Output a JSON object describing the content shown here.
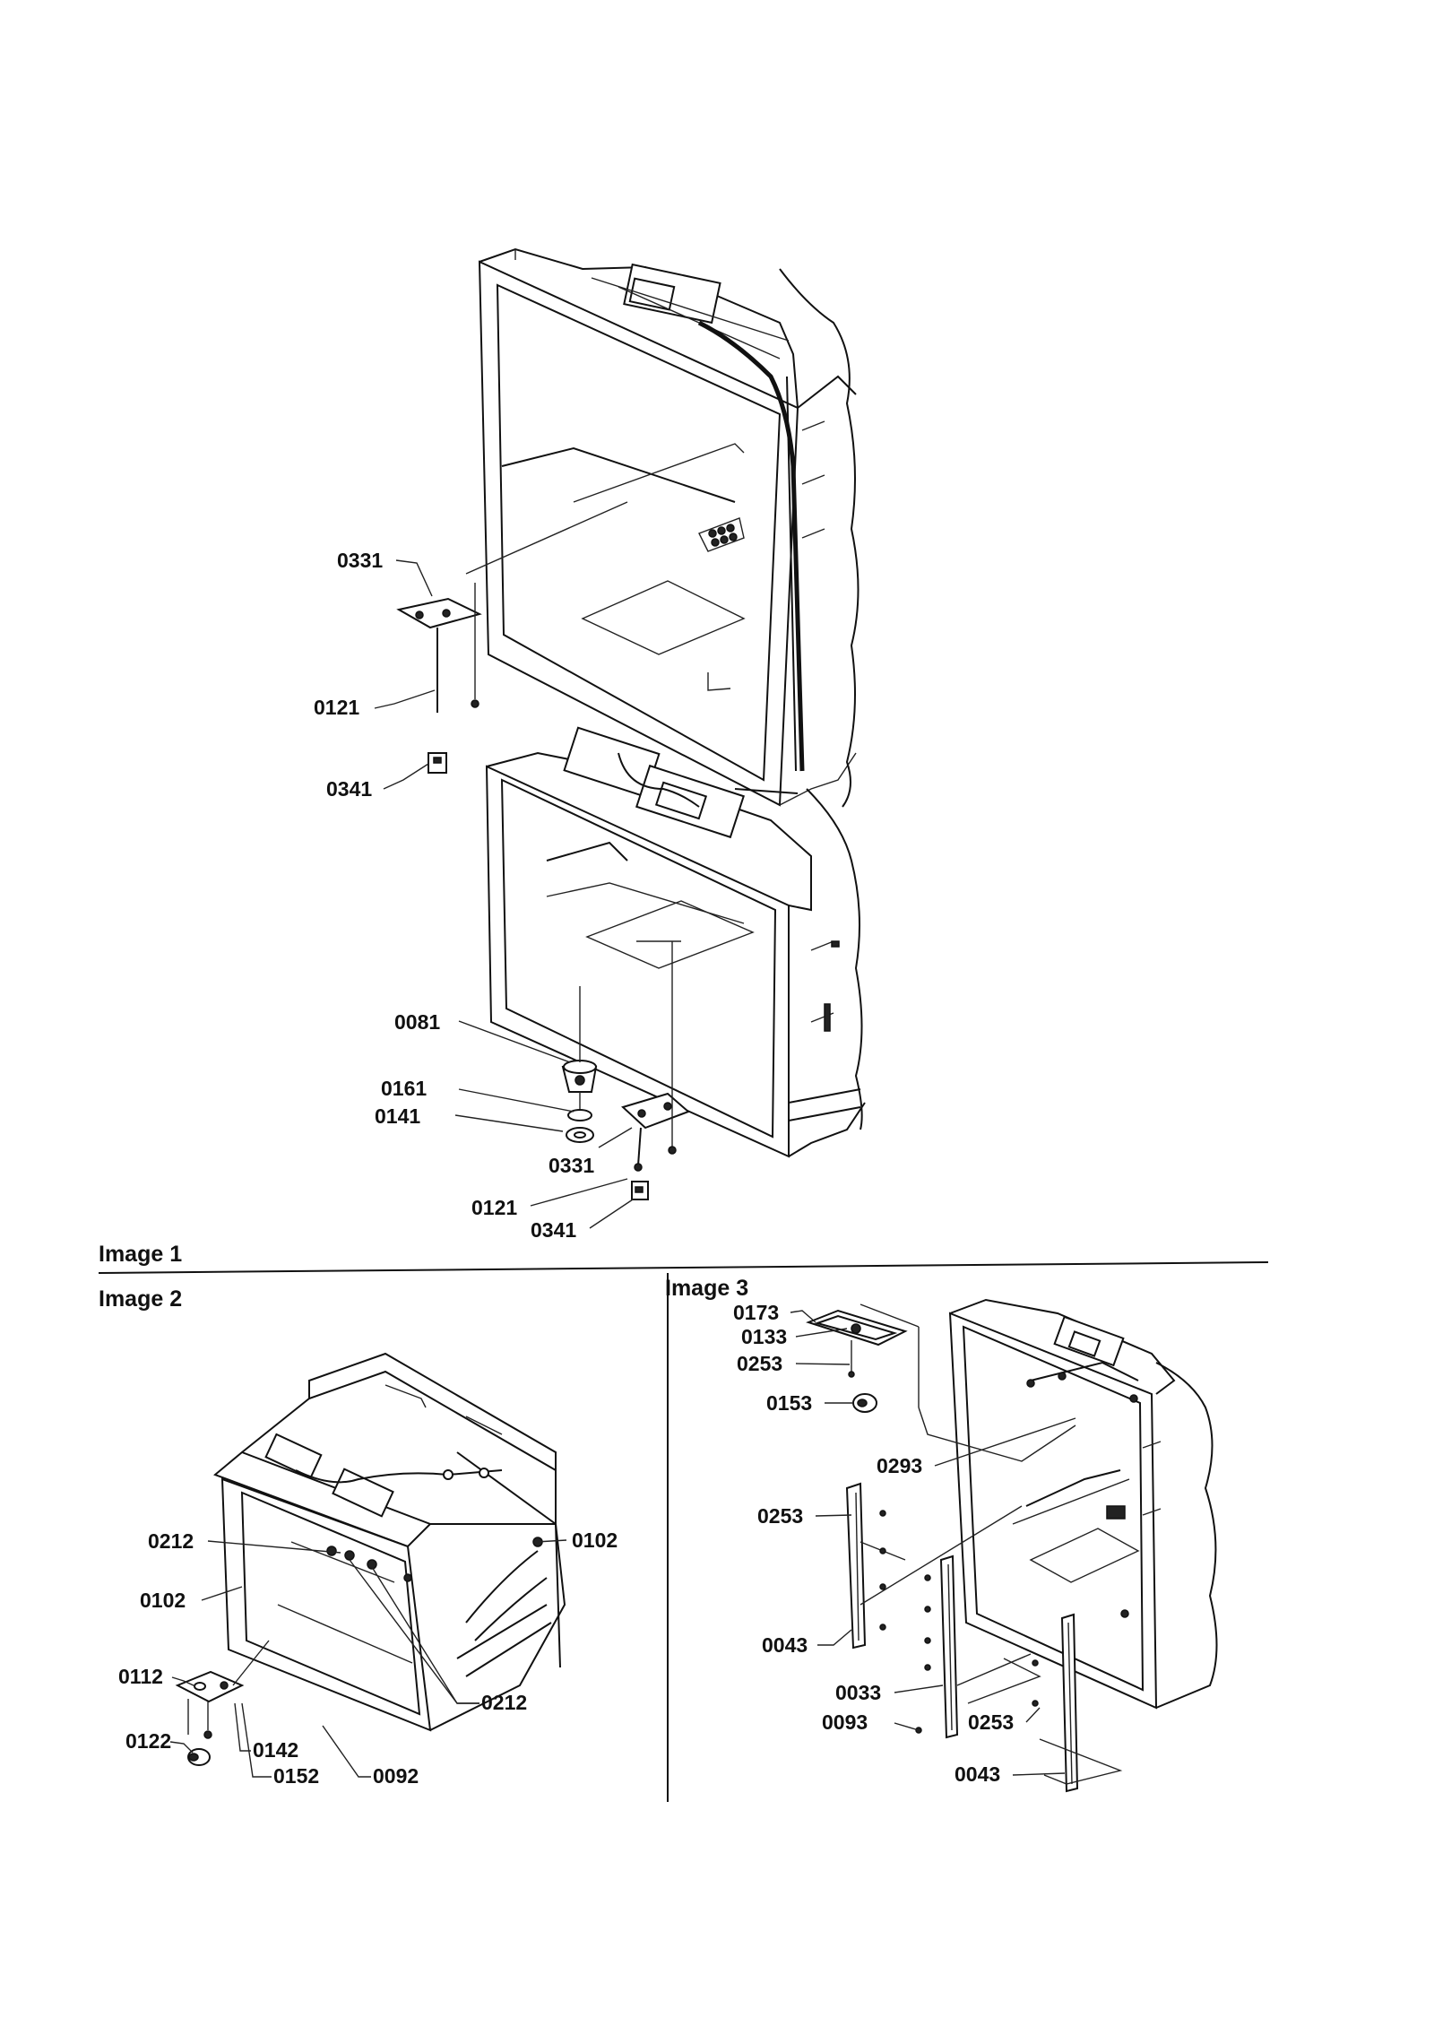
{
  "sections": {
    "image1": "Image 1",
    "image2": "Image 2",
    "image3": "Image 3"
  },
  "labels": {
    "i1_0331_top": "0331",
    "i1_0121_top": "0121",
    "i1_0341_top": "0341",
    "i1_0081": "0081",
    "i1_0161": "0161",
    "i1_0141": "0141",
    "i1_0331_bot": "0331",
    "i1_0121_bot": "0121",
    "i1_0341_bot": "0341",
    "i2_0212_a": "0212",
    "i2_0102_left": "0102",
    "i2_0102_right": "0102",
    "i2_0212_b": "0212",
    "i2_0112": "0112",
    "i2_0122": "0122",
    "i2_0142": "0142",
    "i2_0152": "0152",
    "i2_0092": "0092",
    "i3_0173": "0173",
    "i3_0133": "0133",
    "i3_0253_a": "0253",
    "i3_0153": "0153",
    "i3_0293": "0293",
    "i3_0253_b": "0253",
    "i3_0043_a": "0043",
    "i3_0033": "0033",
    "i3_0093": "0093",
    "i3_0253_c": "0253",
    "i3_0043_b": "0043"
  }
}
